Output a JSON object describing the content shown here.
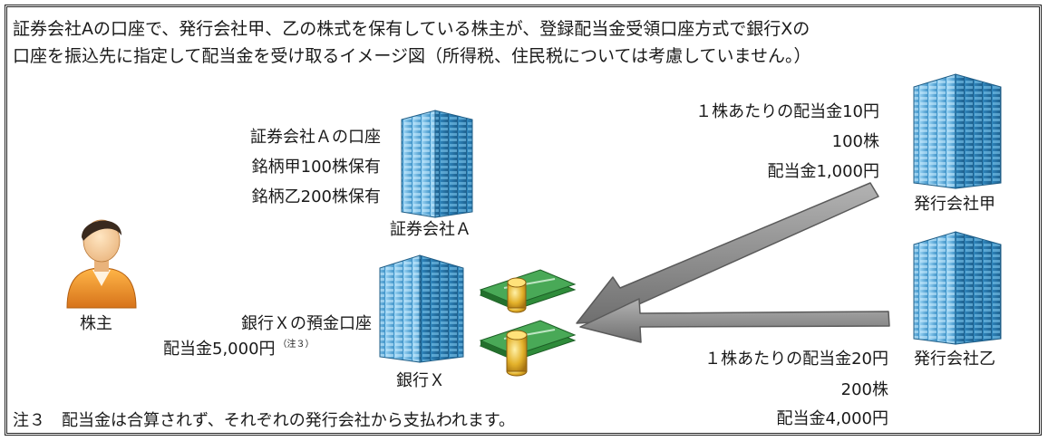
{
  "header": {
    "line1": "証券会社Aの口座で、発行会社甲、乙の株式を保有している株主が、登録配当金受領口座方式で銀行Xの",
    "line2": "口座を振込先に指定して配当金を受け取るイメージ図（所得税、住民税については考慮していません。）"
  },
  "securities": {
    "info_lines": [
      "証券会社Ａの口座",
      "銘柄甲100株保有",
      "銘柄乙200株保有"
    ],
    "building_label": "証券会社Ａ"
  },
  "shareholder": {
    "label": "株主"
  },
  "bank": {
    "info_line1": "銀行Ｘの預金口座",
    "info_line2": "配当金5,000円",
    "note_ref": "（注３）",
    "building_label": "銀行Ｘ"
  },
  "issuer_a": {
    "label": "発行会社甲",
    "dividend_lines": [
      "１株あたりの配当金10円",
      "100株",
      "配当金1,000円"
    ]
  },
  "issuer_b": {
    "label": "発行会社乙",
    "dividend_lines": [
      "１株あたりの配当金20円",
      "200株",
      "配当金4,000円"
    ]
  },
  "footnote": "注３　配当金は合算されず、それぞれの発行会社から支払われます。",
  "colors": {
    "building_light": "#5fb1e3",
    "building_dark": "#2a6f9e",
    "arrow_fill": "#8c8c8c",
    "money_green": "#2e8b3a",
    "coin_gold": "#e3b12a",
    "person_shirt": "#f29b2b"
  }
}
